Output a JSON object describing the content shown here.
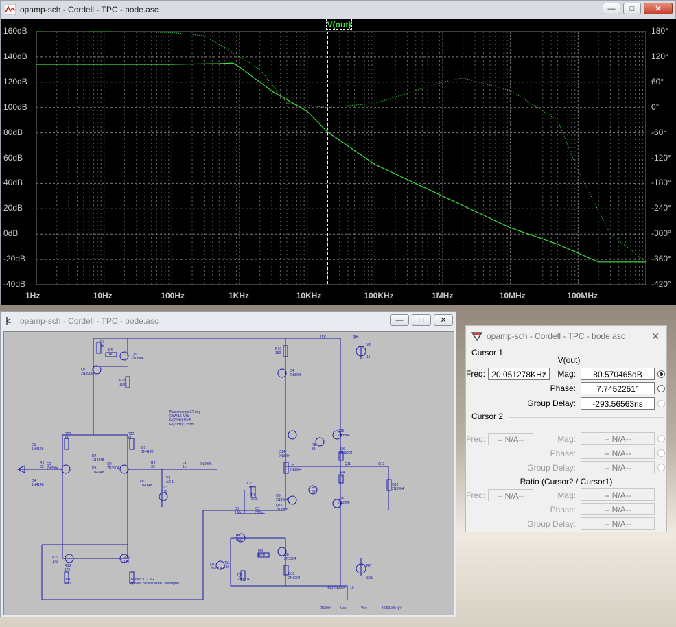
{
  "plot_window": {
    "title": "opamp-sch - Cordell - TPC - bode.asc",
    "trace_label": "V(out)",
    "left_axis": [
      "160dB",
      "140dB",
      "120dB",
      "100dB",
      "80dB",
      "60dB",
      "40dB",
      "20dB",
      "0dB",
      "-20dB",
      "-40dB"
    ],
    "right_axis": [
      "180°",
      "120°",
      "60°",
      "0°",
      "-60°",
      "-120°",
      "-180°",
      "-240°",
      "-300°",
      "-360°",
      "-420°"
    ],
    "x_axis": [
      "1Hz",
      "10Hz",
      "100Hz",
      "1KHz",
      "10KHz",
      "100KHz",
      "1MHz",
      "10MHz",
      "100MHz"
    ],
    "colors": {
      "trace": "#3fe03f",
      "grid": "#7a7a7a",
      "background": "#000000"
    }
  },
  "chart_data": {
    "type": "line",
    "x_scale": "log",
    "xlim": [
      "1Hz",
      "1GHz"
    ],
    "ylim_left": [
      -40,
      160
    ],
    "ylim_right": [
      -420,
      180
    ],
    "series": [
      {
        "name": "V(out)",
        "style": "solid",
        "axis": "dB",
        "x": [
          1,
          10,
          100,
          500,
          800,
          1000,
          3000,
          10000,
          20000,
          100000,
          1000000,
          10000000,
          50000000,
          100000000,
          200000000,
          500000000,
          1000000000
        ],
        "values": [
          134,
          134,
          134,
          134.5,
          135,
          132,
          113,
          97,
          80.6,
          55,
          30,
          5,
          -8,
          -15,
          -22,
          -22,
          -22
        ]
      },
      {
        "name": "V(out)",
        "style": "dotted",
        "axis": "phase",
        "x": [
          1,
          10,
          100,
          300,
          500,
          1000,
          2000,
          5000,
          20000,
          100000,
          1000000,
          2000000,
          10000000,
          50000000,
          100000000,
          300000000,
          1000000000
        ],
        "values": [
          180,
          180,
          178,
          170,
          150,
          120,
          90,
          10,
          0,
          10,
          60,
          70,
          40,
          -30,
          -150,
          -300,
          -365
        ]
      }
    ]
  },
  "schematic_window": {
    "title": "opamp-sch - Cordell - TPC - bode.asc",
    "labels": [
      "R1",
      "1k",
      "R5",
      "1k",
      "Q3",
      "2N3906",
      "Q7",
      "2N3906",
      "R17",
      "100k",
      "R10",
      "150",
      "Q4",
      "2N3906",
      "15V",
      "Vcc",
      "V2",
      "15",
      "Phasemargin:37 deg",
      "GBW:16 MHz",
      "Gt(20Hz):80dB",
      "Gt(20Hz):135dB",
      "R20",
      "33",
      "R22",
      "33",
      "D1",
      "1N4148",
      "D2",
      "1N4148",
      "D3",
      "1N4148",
      "D4",
      "1N4148",
      "Q1",
      "2N3904",
      "Q2",
      "2N3904",
      "R2",
      "33",
      "R3",
      "33",
      "D5",
      "1N4148",
      "D6",
      "1N4148",
      "V1",
      "AC 1",
      "L1",
      "1p",
      "C2",
      "100n",
      "R6",
      "3.3k",
      "C1",
      "100p",
      "C3",
      "330p",
      "Q11",
      "2N3904",
      "Q14",
      "2N3904",
      "Q5",
      "2N3904",
      "Q6",
      "2N3904",
      "R4",
      "17",
      "R8",
      "33",
      "R9",
      "33",
      "Q15",
      "2N3904",
      "Q16",
      "2N3906",
      "Q9",
      "2N3904",
      "Q10",
      "2N3906",
      "Q12",
      "2N3904",
      "Q13",
      "2N3906",
      "R4",
      "600",
      "out",
      "NFB",
      "Q8",
      "2N3904",
      "R11",
      "180",
      "Q8",
      "2N3904",
      "Q12",
      "2N3904",
      "R7",
      "3.3k",
      "R13",
      "10",
      "V3",
      "15",
      "Vee",
      "-15V",
      ".ac dec 10 1 1G",
      ".options plotwinsize=0 numdgt=7",
      "R18",
      "170",
      "R19",
      "170",
      "R16",
      "170",
      "Q3",
      "2N3904",
      "Q11",
      "2N3904",
      "Vcc",
      "Vee",
      "4.9531954pV"
    ]
  },
  "cursor_dialog": {
    "title": "opamp-sch - Cordell - TPC - bode.asc",
    "cursor1_label": "Cursor 1",
    "trace": "V(out)",
    "freq_label": "Freq:",
    "freq": "20.051278KHz",
    "mag_label": "Mag:",
    "mag": "80.570465dB",
    "phase_label": "Phase:",
    "phase": "7.7452251°",
    "gd_label": "Group Delay:",
    "gd": "-293.56563ns",
    "cursor2_label": "Cursor 2",
    "na": "-- N/A--",
    "ratio_label": "Ratio (Cursor2 / Cursor1)"
  }
}
